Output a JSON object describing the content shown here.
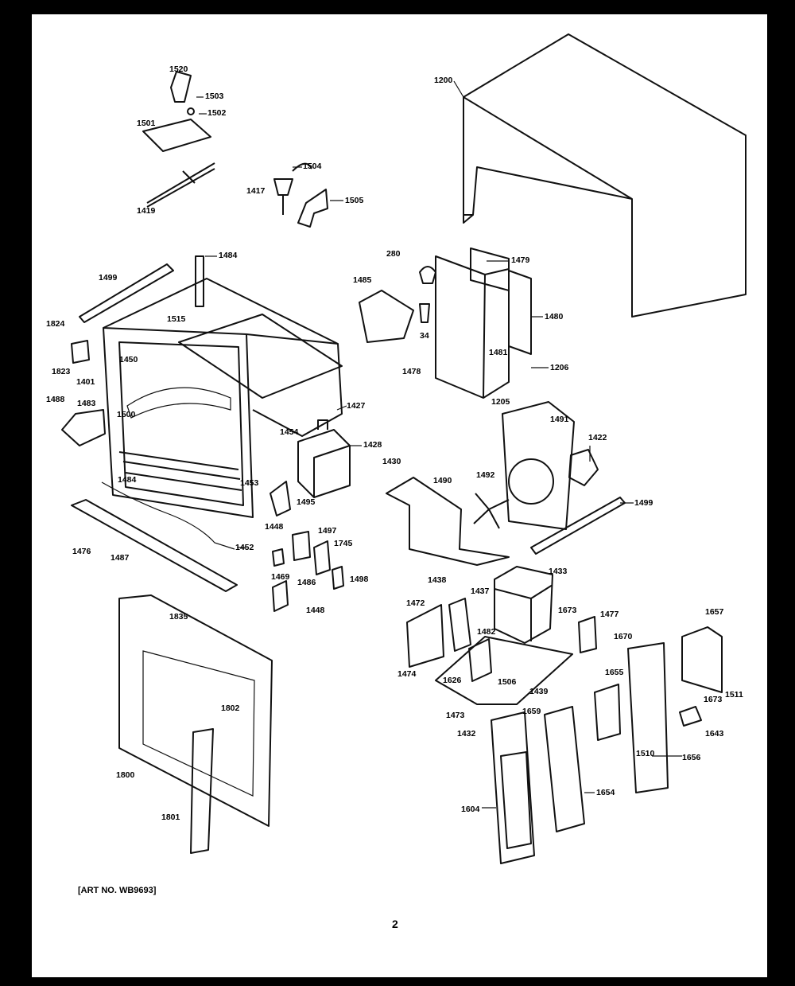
{
  "art_number": "[ART NO. WB9693]",
  "page_number": "2",
  "parts": [
    {
      "id": "p1200",
      "label": "1200"
    },
    {
      "id": "p1520",
      "label": "1520"
    },
    {
      "id": "p1503",
      "label": "1503"
    },
    {
      "id": "p1502",
      "label": "1502"
    },
    {
      "id": "p1501",
      "label": "1501"
    },
    {
      "id": "p1419",
      "label": "1419"
    },
    {
      "id": "p1504",
      "label": "1504"
    },
    {
      "id": "p1417",
      "label": "1417"
    },
    {
      "id": "p1505",
      "label": "1505"
    },
    {
      "id": "p1484a",
      "label": "1484"
    },
    {
      "id": "p1499a",
      "label": "1499"
    },
    {
      "id": "p1824",
      "label": "1824"
    },
    {
      "id": "p1823",
      "label": "1823"
    },
    {
      "id": "p1515",
      "label": "1515"
    },
    {
      "id": "p1450",
      "label": "1450"
    },
    {
      "id": "p1401",
      "label": "1401"
    },
    {
      "id": "p1488",
      "label": "1488"
    },
    {
      "id": "p1483",
      "label": "1483"
    },
    {
      "id": "p1500",
      "label": "1500"
    },
    {
      "id": "p1427",
      "label": "1427"
    },
    {
      "id": "p1454",
      "label": "1454"
    },
    {
      "id": "p1428",
      "label": "1428"
    },
    {
      "id": "p1484b",
      "label": "1484"
    },
    {
      "id": "p1453",
      "label": "1453"
    },
    {
      "id": "p1430",
      "label": "1430"
    },
    {
      "id": "p1495",
      "label": "1495"
    },
    {
      "id": "p1448a",
      "label": "1448"
    },
    {
      "id": "p1497",
      "label": "1497"
    },
    {
      "id": "p1745",
      "label": "1745"
    },
    {
      "id": "p1476",
      "label": "1476"
    },
    {
      "id": "p1487",
      "label": "1487"
    },
    {
      "id": "p1452",
      "label": "1452"
    },
    {
      "id": "p1469",
      "label": "1469"
    },
    {
      "id": "p1498",
      "label": "1498"
    },
    {
      "id": "p1486",
      "label": "1486"
    },
    {
      "id": "p1448b",
      "label": "1448"
    },
    {
      "id": "p280",
      "label": "280"
    },
    {
      "id": "p1479",
      "label": "1479"
    },
    {
      "id": "p1485",
      "label": "1485"
    },
    {
      "id": "p34",
      "label": "34"
    },
    {
      "id": "p1480",
      "label": "1480"
    },
    {
      "id": "p1478",
      "label": "1478"
    },
    {
      "id": "p1481",
      "label": "1481"
    },
    {
      "id": "p1206",
      "label": "1206"
    },
    {
      "id": "p1205",
      "label": "1205"
    },
    {
      "id": "p1491",
      "label": "1491"
    },
    {
      "id": "p1422",
      "label": "1422"
    },
    {
      "id": "p1490",
      "label": "1490"
    },
    {
      "id": "p1492",
      "label": "1492"
    },
    {
      "id": "p1499b",
      "label": "1499"
    },
    {
      "id": "p1433",
      "label": "1433"
    },
    {
      "id": "p1438",
      "label": "1438"
    },
    {
      "id": "p1437",
      "label": "1437"
    },
    {
      "id": "p1472",
      "label": "1472"
    },
    {
      "id": "p1673a",
      "label": "1673"
    },
    {
      "id": "p1477",
      "label": "1477"
    },
    {
      "id": "p1670",
      "label": "1670"
    },
    {
      "id": "p1657",
      "label": "1657"
    },
    {
      "id": "p1482",
      "label": "1482"
    },
    {
      "id": "p1474",
      "label": "1474"
    },
    {
      "id": "p1626",
      "label": "1626"
    },
    {
      "id": "p1506",
      "label": "1506"
    },
    {
      "id": "p1439",
      "label": "1439"
    },
    {
      "id": "p1655",
      "label": "1655"
    },
    {
      "id": "p1673b",
      "label": "1673"
    },
    {
      "id": "p1511",
      "label": "1511"
    },
    {
      "id": "p1473",
      "label": "1473"
    },
    {
      "id": "p1432",
      "label": "1432"
    },
    {
      "id": "p1659",
      "label": "1659"
    },
    {
      "id": "p1643",
      "label": "1643"
    },
    {
      "id": "p1510",
      "label": "1510"
    },
    {
      "id": "p1656",
      "label": "1656"
    },
    {
      "id": "p1835",
      "label": "1835"
    },
    {
      "id": "p1802",
      "label": "1802"
    },
    {
      "id": "p1800",
      "label": "1800"
    },
    {
      "id": "p1801",
      "label": "1801"
    },
    {
      "id": "p1604",
      "label": "1604"
    },
    {
      "id": "p1654",
      "label": "1654"
    }
  ]
}
